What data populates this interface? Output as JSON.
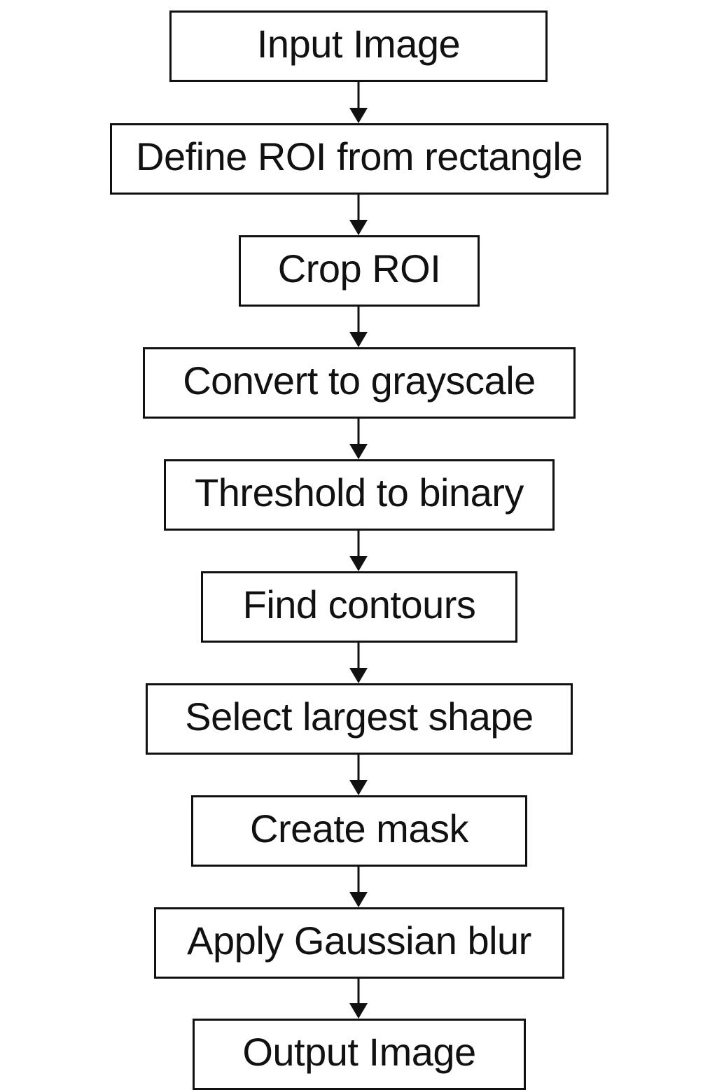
{
  "diagram": {
    "type": "flowchart",
    "direction": "top-to-bottom",
    "steps": [
      {
        "label": "Input Image"
      },
      {
        "label": "Define ROI from rectangle"
      },
      {
        "label": "Crop ROI"
      },
      {
        "label": "Convert to grayscale"
      },
      {
        "label": "Threshold to binary"
      },
      {
        "label": "Find contours"
      },
      {
        "label": "Select largest shape"
      },
      {
        "label": "Create mask"
      },
      {
        "label": "Apply Gaussian blur"
      },
      {
        "label": "Output Image"
      }
    ],
    "colors": {
      "stroke": "#111111",
      "background": "#ffffff",
      "text": "#111111"
    }
  }
}
